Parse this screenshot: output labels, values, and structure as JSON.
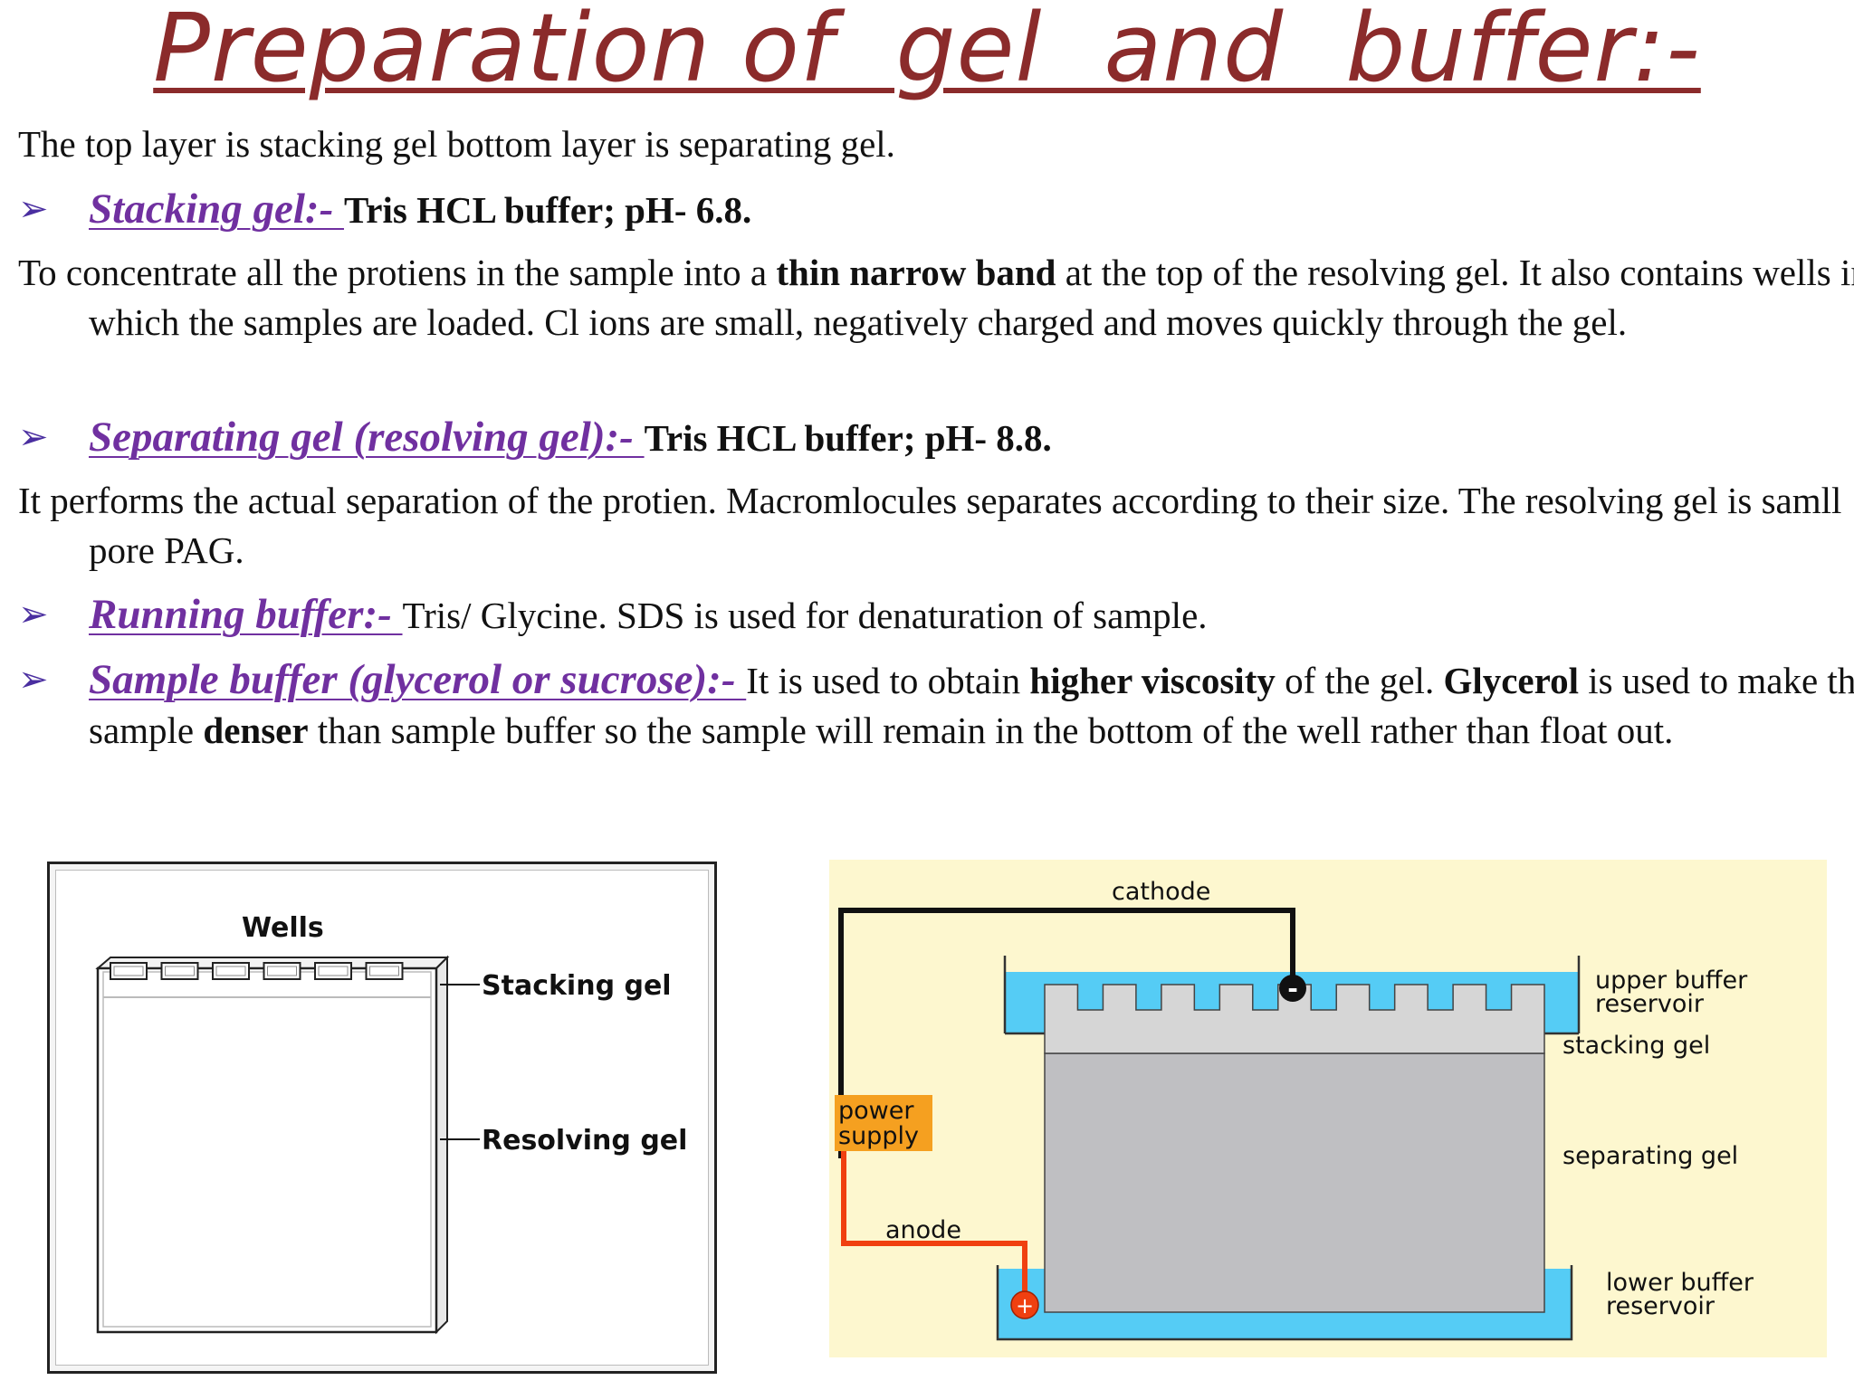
{
  "title": "Preparation of  gel  and  buffer:-",
  "intro": "The top layer is stacking gel bottom layer is separating gel.",
  "stacking": {
    "heading": "Stacking  gel:- ",
    "detail": "Tris HCL buffer; pH- 6.8.",
    "para_a": "To concentrate all the protiens in the sample into a ",
    "para_bold": "thin narrow band",
    "para_b": " at the top of the resolving gel.  It also contains wells into which the samples are loaded. Cl ions are small, negatively charged and moves quickly through the gel."
  },
  "separating": {
    "heading": "Separating  gel  (resolving gel):-  ",
    "detail": "Tris HCL buffer; pH- 8.8.",
    "para": "It performs the actual separation of the protien. Macromlocules separates according to their size. The resolving gel is samll pore PAG."
  },
  "running": {
    "heading": "Running buffer:- ",
    "detail": "Tris/ Glycine. SDS is used for denaturation of sample."
  },
  "sample": {
    "heading": "Sample buffer  (glycerol or sucrose):- ",
    "t1": "It is used to obtain ",
    "b1": "higher viscosity",
    "t2": " of the gel. ",
    "b2": "Glycerol",
    "t3": "  is used to make the sample ",
    "b3": "denser",
    "t4": " than sample buffer so the sample will remain in the bottom of the well rather than float out."
  },
  "gel_diagram": {
    "wells_label": "Wells",
    "stacking_label": "Stacking gel",
    "resolving_label": "Resolving gel"
  },
  "apparatus_diagram": {
    "cathode": "cathode",
    "cathode_sign": "-",
    "anode": "anode",
    "anode_sign": "+",
    "power_supply_1": "power",
    "power_supply_2": "supply",
    "upper_reservoir_1": "upper buffer",
    "upper_reservoir_2": "reservoir",
    "stacking_gel": "stacking gel",
    "separating_gel": "separating gel",
    "lower_reservoir_1": "lower buffer",
    "lower_reservoir_2": "reservoir",
    "colors": {
      "buffer": "#55ccf5",
      "stacking": "#d6d6d6",
      "separating": "#bfbfc2",
      "power": "#f5a020",
      "anode_wire": "#f04010",
      "background": "#fdf7cf"
    }
  }
}
